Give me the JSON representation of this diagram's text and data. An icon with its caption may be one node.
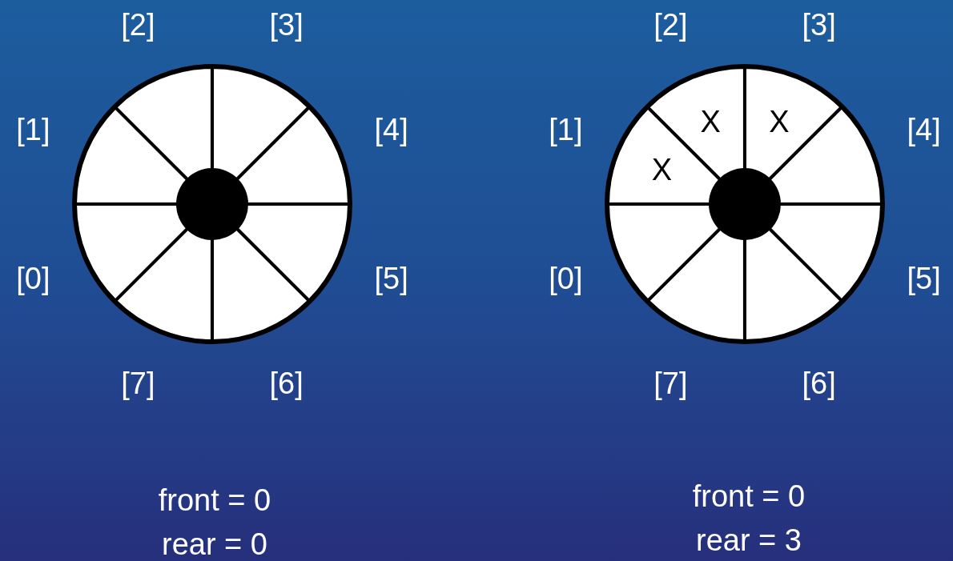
{
  "diagram": {
    "nodes": [
      {
        "text": [],
        "shape": "circle"
      },
      {
        "text": [],
        "shape": "wedge",
        "in": 0,
        "beside": [
          "[0]"
        ]
      },
      {
        "text": [],
        "shape": "wedge",
        "in": 0,
        "beside": [
          "[1]"
        ]
      },
      {
        "text": [],
        "shape": "wedge",
        "in": 0,
        "beside": [
          "[2]"
        ]
      },
      {
        "text": [],
        "shape": "wedge",
        "in": 0,
        "beside": [
          "[3]"
        ]
      },
      {
        "text": [],
        "shape": "wedge",
        "in": 0,
        "beside": [
          "[4]"
        ]
      },
      {
        "text": [],
        "shape": "wedge",
        "in": 0,
        "beside": [
          "[5]"
        ]
      },
      {
        "text": [],
        "shape": "wedge",
        "in": 0,
        "beside": [
          "[6]"
        ]
      },
      {
        "text": [],
        "shape": "wedge",
        "in": 0,
        "beside": [
          "[7]"
        ]
      },
      {
        "text": [],
        "shape": "circle",
        "in": 0
      },
      {
        "text": [],
        "shape": "circle"
      },
      {
        "text": [],
        "shape": "wedge",
        "in": 10,
        "beside": [
          "[0]"
        ]
      },
      {
        "text": [
          "X"
        ],
        "in": 10,
        "beside": [
          "[1]"
        ]
      },
      {
        "text": [
          "X"
        ],
        "in": 10,
        "beside": [
          "[2]"
        ]
      },
      {
        "text": [
          "X"
        ],
        "in": 10,
        "beside": [
          "[3]"
        ]
      },
      {
        "text": [],
        "shape": "wedge",
        "in": 10,
        "beside": [
          "[4]"
        ]
      },
      {
        "text": [],
        "shape": "wedge",
        "in": 10,
        "beside": [
          "[5]"
        ]
      },
      {
        "text": [],
        "shape": "wedge",
        "in": 10,
        "beside": [
          "[6]"
        ]
      },
      {
        "text": [],
        "shape": "wedge",
        "in": 10,
        "beside": [
          "[7]"
        ]
      },
      {
        "text": [],
        "shape": "circle",
        "in": 10
      }
    ],
    "labels": [
      "front = 0",
      "rear = 0",
      "front = 0",
      "rear = 3"
    ]
  }
}
